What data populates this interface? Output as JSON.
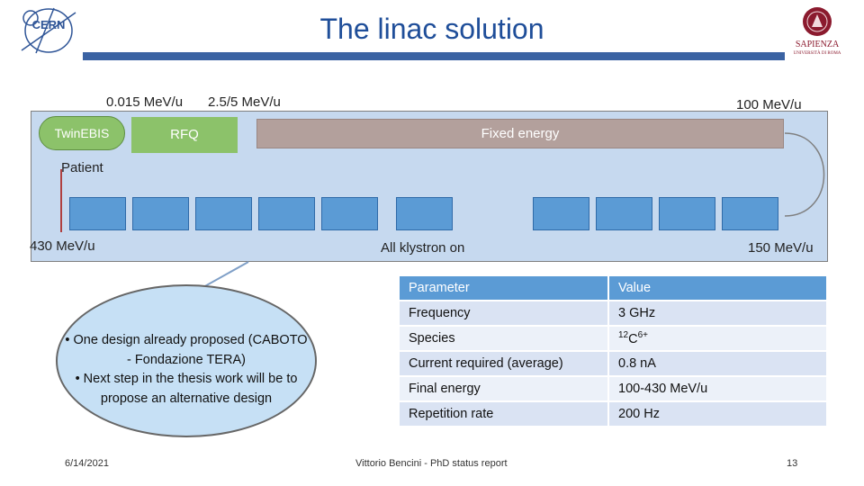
{
  "slide": {
    "title": "The linac solution",
    "labels": {
      "e_ebis": "0.015 MeV/u",
      "e_rfq": "2.5/5 MeV/u",
      "e_top": "100 MeV/u",
      "patient": "Patient",
      "e_final": "430 MeV/u",
      "klystron": "All klystron on",
      "e_150": "150 MeV/u"
    },
    "beamline": {
      "ebis": "TwinEBIS",
      "rfq": "RFQ",
      "fixed": "Fixed energy",
      "klystron_count": 10
    },
    "bubble": {
      "bullets": [
        "One design already proposed (CABOTO - Fondazione TERA)",
        "Next step in the thesis work will be to propose an alternative design"
      ]
    },
    "table": {
      "header": [
        "Parameter",
        "Value"
      ],
      "rows": [
        {
          "param": "Frequency",
          "value": "3 GHz"
        },
        {
          "param": "Species",
          "value_sup": "12",
          "value": "C",
          "value_sup2": "6+"
        },
        {
          "param": "Current required (average)",
          "value": "0.8 nA"
        },
        {
          "param": "Final energy",
          "value": "100-430 MeV/u"
        },
        {
          "param": "Repetition rate",
          "value": "200 Hz"
        }
      ]
    },
    "footer": {
      "date": "6/14/2021",
      "center": "Vittorio Bencini - PhD status report",
      "page": "13"
    },
    "colors": {
      "title": "#1f4e99",
      "green": "#8cc26a",
      "fixed": "#b3a09c",
      "blue": "#5b9bd5",
      "light_blue": "#c6d9ef"
    },
    "icons": [
      "cern-logo",
      "sapienza-logo"
    ]
  }
}
